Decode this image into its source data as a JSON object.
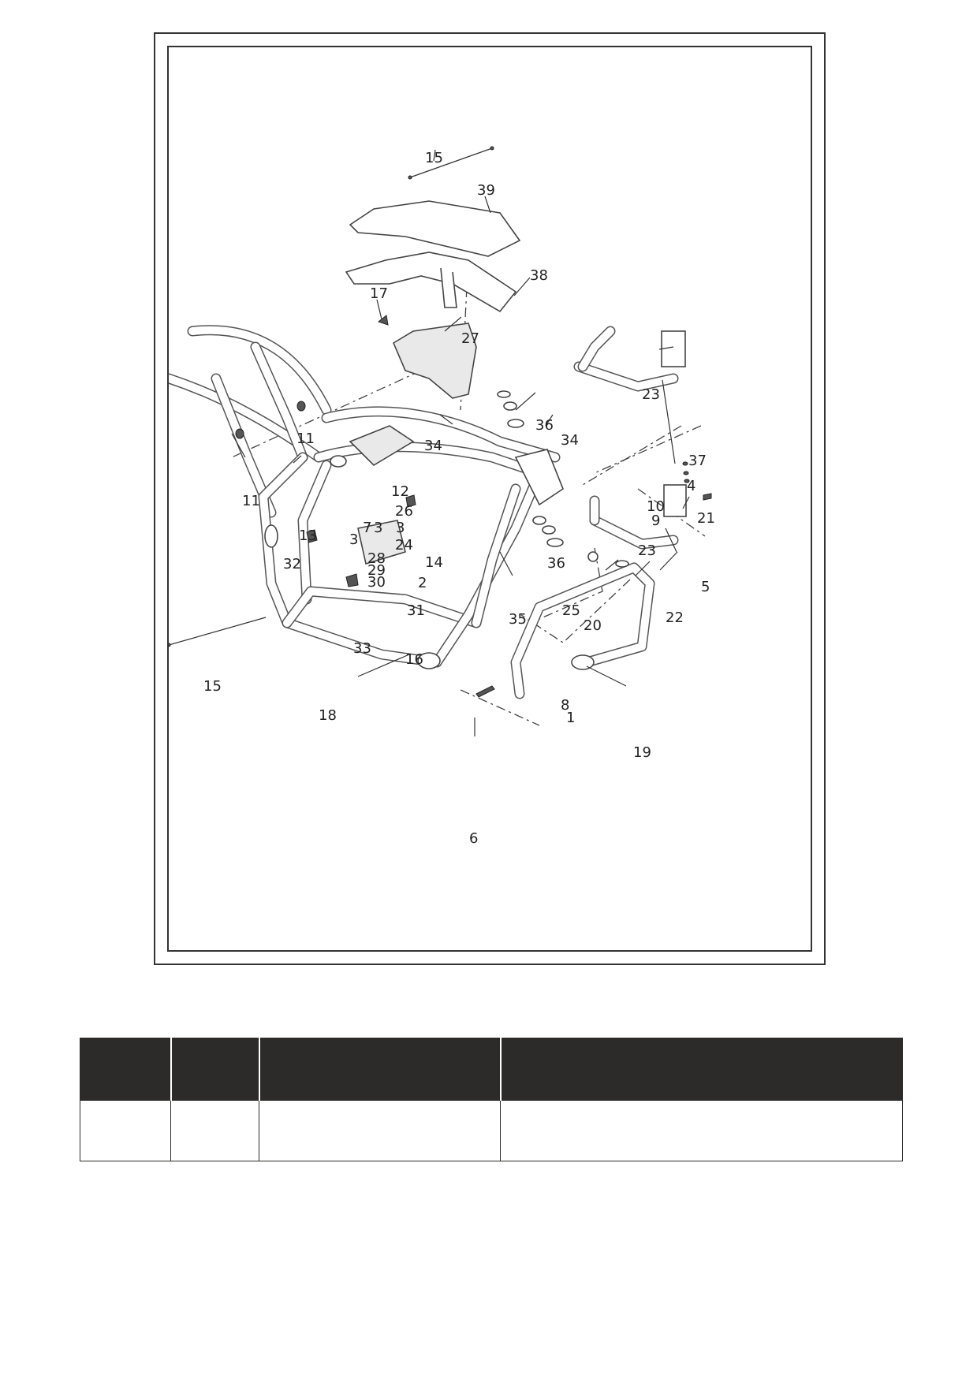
{
  "diagram": {
    "callouts": [
      {
        "id": "c15a",
        "text": "15"
      },
      {
        "id": "c39",
        "text": "39"
      },
      {
        "id": "c38",
        "text": "38"
      },
      {
        "id": "c17",
        "text": "17"
      },
      {
        "id": "c27",
        "text": "27"
      },
      {
        "id": "c23a",
        "text": "23"
      },
      {
        "id": "c36a",
        "text": "36"
      },
      {
        "id": "c34a",
        "text": "34"
      },
      {
        "id": "c34b",
        "text": "34"
      },
      {
        "id": "c37",
        "text": "37"
      },
      {
        "id": "c11a",
        "text": "11"
      },
      {
        "id": "c11b",
        "text": "11"
      },
      {
        "id": "c12",
        "text": "12"
      },
      {
        "id": "c26",
        "text": "26"
      },
      {
        "id": "c13",
        "text": "13"
      },
      {
        "id": "c3a",
        "text": "3"
      },
      {
        "id": "c7",
        "text": "7"
      },
      {
        "id": "c3b",
        "text": "3"
      },
      {
        "id": "c3c",
        "text": "3"
      },
      {
        "id": "c24",
        "text": "24"
      },
      {
        "id": "c28",
        "text": "28"
      },
      {
        "id": "c29",
        "text": "29"
      },
      {
        "id": "c30",
        "text": "30"
      },
      {
        "id": "c14",
        "text": "14"
      },
      {
        "id": "c2",
        "text": "2"
      },
      {
        "id": "c32",
        "text": "32"
      },
      {
        "id": "c31",
        "text": "31"
      },
      {
        "id": "c4",
        "text": "4"
      },
      {
        "id": "c10",
        "text": "10"
      },
      {
        "id": "c9",
        "text": "9"
      },
      {
        "id": "c21",
        "text": "21"
      },
      {
        "id": "c23b",
        "text": "23"
      },
      {
        "id": "c36b",
        "text": "36"
      },
      {
        "id": "c5",
        "text": "5"
      },
      {
        "id": "c25",
        "text": "25"
      },
      {
        "id": "c20",
        "text": "20"
      },
      {
        "id": "c22",
        "text": "22"
      },
      {
        "id": "c35",
        "text": "35"
      },
      {
        "id": "c33",
        "text": "33"
      },
      {
        "id": "c16",
        "text": "16"
      },
      {
        "id": "c15b",
        "text": "15"
      },
      {
        "id": "c18",
        "text": "18"
      },
      {
        "id": "c8",
        "text": "8"
      },
      {
        "id": "c1",
        "text": "1"
      },
      {
        "id": "c19",
        "text": "19"
      },
      {
        "id": "c6",
        "text": "6"
      }
    ]
  },
  "table": {
    "headers": [
      "",
      "",
      "",
      ""
    ],
    "row": [
      "",
      "",
      "",
      ""
    ]
  }
}
